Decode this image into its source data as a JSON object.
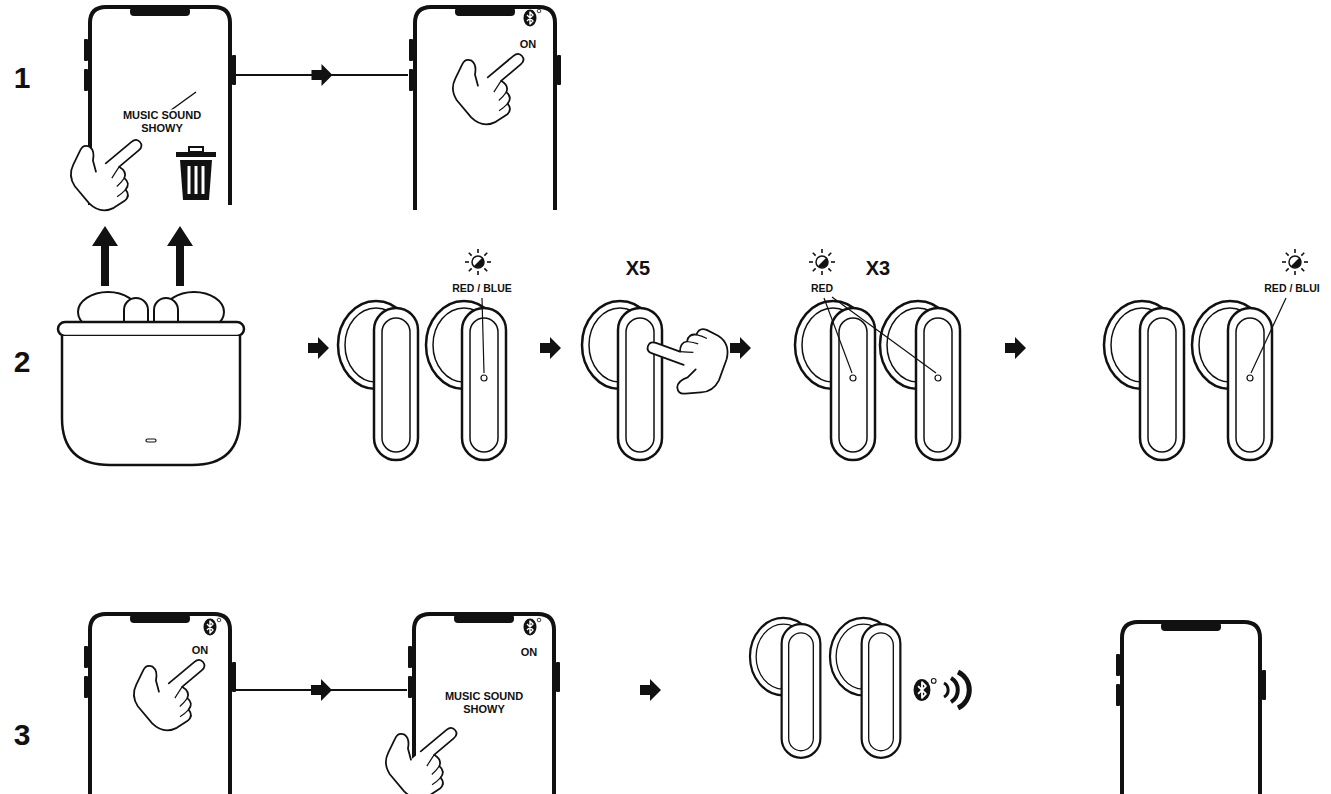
{
  "diagram": {
    "nodes": [
      {
        "text": [
          "MUSIC SOUND SHOWY"
        ]
      },
      {
        "text": [
          "ON"
        ]
      },
      {
        "text": [
          "ON"
        ]
      },
      {
        "text": [
          "ON",
          "MUSIC SOUND SHOWY"
        ]
      }
    ],
    "edges": [
      {
        "from": 0,
        "to": 1,
        "arrow": "to"
      },
      {
        "from": 2,
        "to": 3,
        "arrow": "to"
      }
    ],
    "labels": [
      "1",
      "2",
      "RED / BLUE",
      "X5",
      "RED",
      "X3",
      "RED / BLUI",
      "3"
    ]
  }
}
